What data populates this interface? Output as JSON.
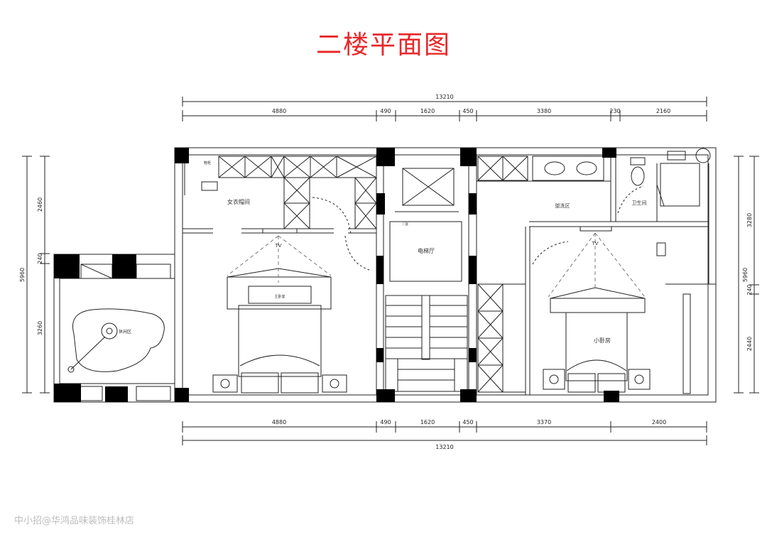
{
  "title": "二楼平面图",
  "colors": {
    "title": "#e8282b",
    "line": "#222222",
    "wall": "#000000",
    "watermark": "#bdbdbd"
  },
  "dimensions": {
    "top_total": "13210",
    "top_segments": [
      "4880",
      "490",
      "1620",
      "450",
      "3380",
      "230",
      "2160"
    ],
    "bottom_segments": [
      "4880",
      "490",
      "1620",
      "450",
      "3370",
      "2400"
    ],
    "bottom_total": "13210",
    "left_total": "5960",
    "left_segments": [
      "2460",
      "240",
      "3260"
    ],
    "right_total": "5960",
    "right_segments": [
      "3280",
      "240",
      "2440"
    ]
  },
  "rooms": {
    "dressing": "女衣帽间",
    "shoe": "鞋柜",
    "master_bed": "主卧室",
    "elevator": "电梯厅",
    "washing": "盥洗区",
    "bathroom": "卫生间",
    "small_bedroom": "小卧房",
    "balcony": "休闲区",
    "door_tag": "门套"
  },
  "labels": {
    "tv_left": "TV",
    "tv_right": "TV"
  },
  "watermark": "中小招@华鸿品味装饰桂林店"
}
